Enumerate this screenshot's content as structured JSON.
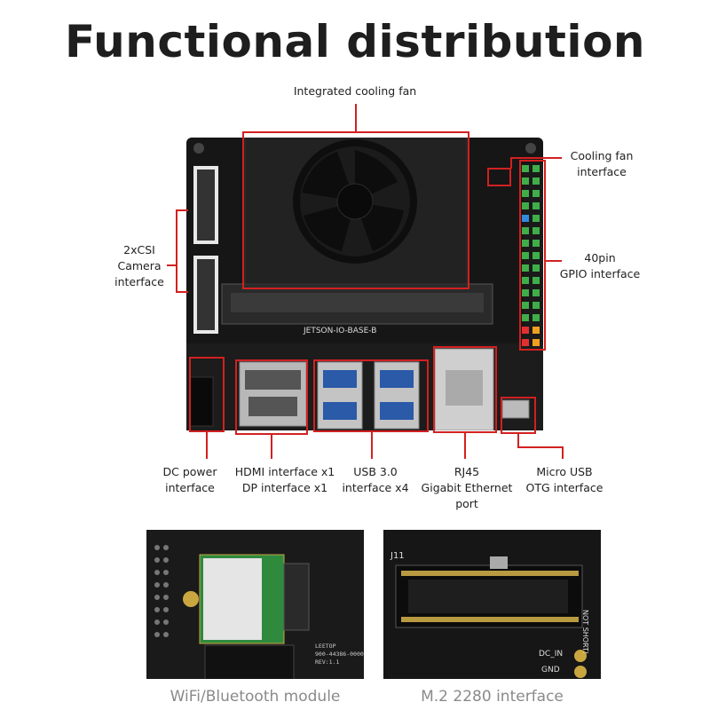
{
  "title": "Functional distribution",
  "board_silkscreen": "JETSON-IO-BASE-B",
  "labels": {
    "cooling_fan": "Integrated cooling fan",
    "fan_interface": "Cooling fan\ninterface",
    "csi": "2xCSI\nCamera\ninterface",
    "gpio": "40pin\nGPIO interface",
    "dc_power": "DC power\ninterface",
    "hdmi_dp": "HDMI interface x1\nDP interface x1",
    "usb": "USB 3.0\ninterface x4",
    "rj45": "RJ45\nGigabit Ethernet\nport",
    "micro_usb": "Micro USB\nOTG interface"
  },
  "photos": {
    "wifi_caption": "WiFi/Bluetooth module",
    "m2_caption": "M.2 2280 interface",
    "wifi_silkscreen": [
      "LEETOP",
      "900-44386-0000",
      "REV:1.1"
    ],
    "m2_silkscreen": [
      "J11",
      "DC_IN",
      "NOT SHORT!",
      "GND"
    ]
  },
  "colors": {
    "accent": "#d32020",
    "board": "#161616",
    "caption": "#8a8a8a"
  }
}
